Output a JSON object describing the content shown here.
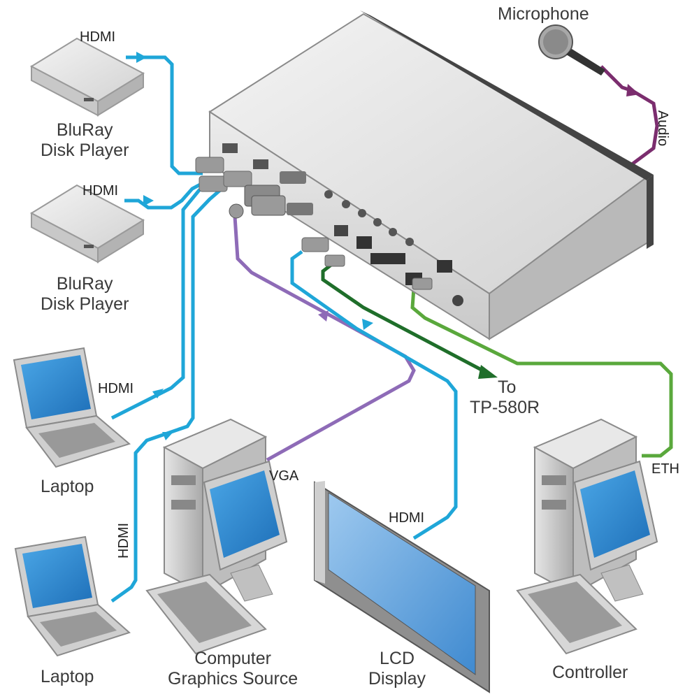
{
  "devices": {
    "microphone": "Microphone",
    "bluray_1": [
      "BluRay",
      "Disk Player"
    ],
    "bluray_2": [
      "BluRay",
      "Disk Player"
    ],
    "laptop_1": "Laptop",
    "laptop_2": "Laptop",
    "computer_source": [
      "Computer",
      "Graphics Source"
    ],
    "lcd_display": [
      "LCD",
      "Display"
    ],
    "controller": "Controller",
    "remote": [
      "To",
      "TP-580R"
    ]
  },
  "cables": {
    "hdmi_bluray_1": "HDMI",
    "hdmi_bluray_2": "HDMI",
    "hdmi_laptop_1": "HDMI",
    "hdmi_laptop_2": "HDMI",
    "hdmi_display": "HDMI",
    "vga": "VGA",
    "eth": "ETH",
    "audio": "Audio"
  },
  "colors": {
    "hdmi": "#1fa6d8",
    "vga": "#8e6bb7",
    "audio": "#7b2d6e",
    "eth": "#5aa83c",
    "tp": "#1f6e2a"
  }
}
